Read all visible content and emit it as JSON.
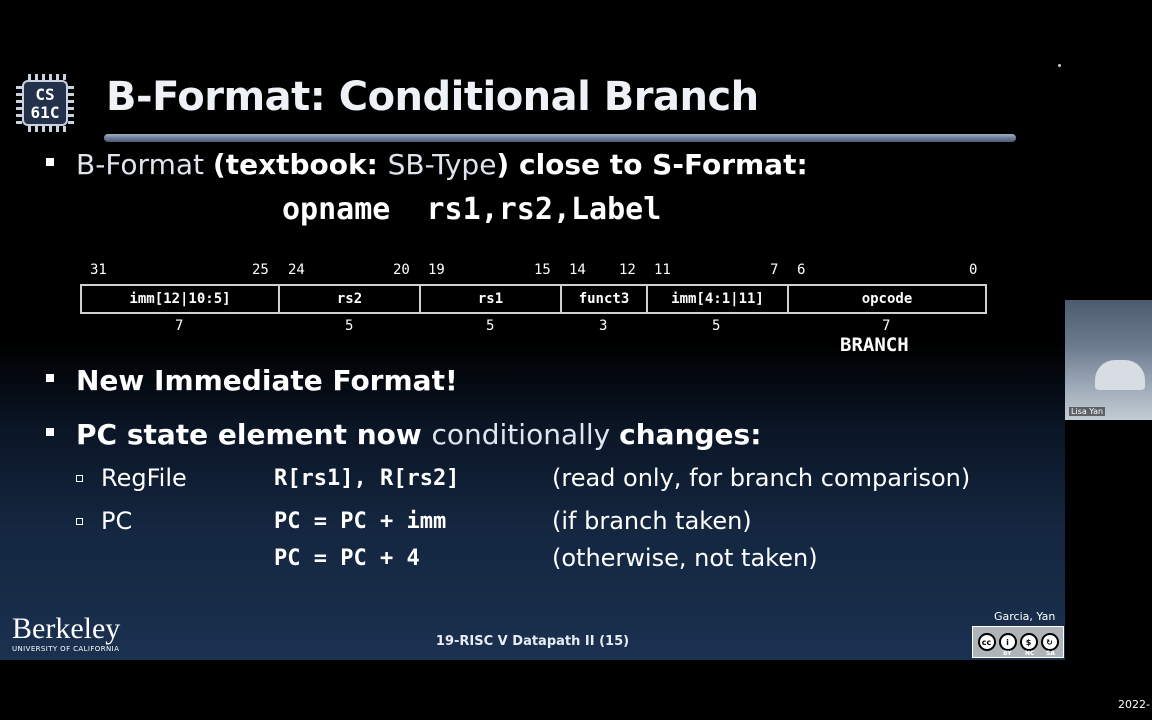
{
  "logo": {
    "line1": "CS",
    "line2": "61C"
  },
  "title": "B-Format: Conditional Branch",
  "bullet1": {
    "part_a": "B-Format ",
    "part_b": "(textbook: ",
    "part_c": "SB-Type",
    "part_d": ") close to S-Format:"
  },
  "syntax": "opname  rs1,rs2,Label",
  "format": {
    "bit_numbers": [
      "31",
      "25",
      "24",
      "20",
      "19",
      "15",
      "14",
      "12",
      "11",
      "7",
      "6",
      "0"
    ],
    "fields": [
      "imm[12|10:5]",
      "rs2",
      "rs1",
      "funct3",
      "imm[4:1|11]",
      "opcode"
    ],
    "widths": [
      "7",
      "5",
      "5",
      "3",
      "5",
      "7"
    ],
    "opcode_value": "BRANCH"
  },
  "bullet2": "New Immediate Format!",
  "bullet3": {
    "part_a": "PC state element now ",
    "part_b": "conditionally ",
    "part_c": "changes:"
  },
  "regfile": {
    "label": "RegFile",
    "code": "R[rs1], R[rs2]",
    "note": "(read only, for branch comparison)"
  },
  "pc": {
    "label": "PC",
    "code1": "PC = PC + imm",
    "note1": "(if branch taken)",
    "code2": "PC = PC + 4",
    "note2": "(otherwise, not taken)"
  },
  "footer": {
    "berkeley": "Berkeley",
    "uc": "UNIVERSITY OF CALIFORNIA",
    "lecture": "19-RISC V Datapath II (15)",
    "authors": "Garcia, Yan",
    "cc_labels": [
      "BY",
      "NC",
      "SA"
    ]
  },
  "webcam": {
    "name": "Lisa Yan"
  },
  "timestamp": "2022-"
}
